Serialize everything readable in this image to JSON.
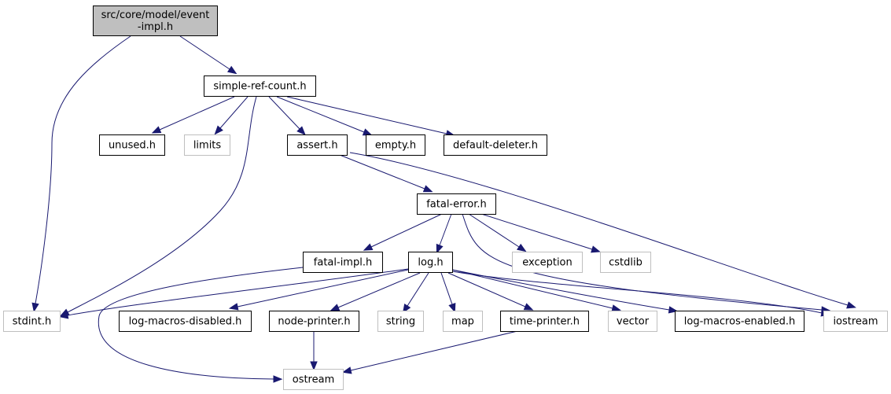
{
  "graph": {
    "nodes": [
      {
        "id": "event-impl",
        "lines": [
          "src/core/model/event",
          "-impl.h"
        ],
        "kind": "root"
      },
      {
        "id": "simple-ref-count",
        "lines": [
          "simple-ref-count.h"
        ],
        "kind": "documented"
      },
      {
        "id": "unused",
        "lines": [
          "unused.h"
        ],
        "kind": "documented"
      },
      {
        "id": "limits",
        "lines": [
          "limits"
        ],
        "kind": "external"
      },
      {
        "id": "assert",
        "lines": [
          "assert.h"
        ],
        "kind": "documented"
      },
      {
        "id": "empty",
        "lines": [
          "empty.h"
        ],
        "kind": "documented"
      },
      {
        "id": "default-deleter",
        "lines": [
          "default-deleter.h"
        ],
        "kind": "documented"
      },
      {
        "id": "fatal-error",
        "lines": [
          "fatal-error.h"
        ],
        "kind": "documented"
      },
      {
        "id": "fatal-impl",
        "lines": [
          "fatal-impl.h"
        ],
        "kind": "documented"
      },
      {
        "id": "log",
        "lines": [
          "log.h"
        ],
        "kind": "documented"
      },
      {
        "id": "exception",
        "lines": [
          "exception"
        ],
        "kind": "external"
      },
      {
        "id": "cstdlib",
        "lines": [
          "cstdlib"
        ],
        "kind": "external"
      },
      {
        "id": "stdint",
        "lines": [
          "stdint.h"
        ],
        "kind": "external"
      },
      {
        "id": "log-macros-disabled",
        "lines": [
          "log-macros-disabled.h"
        ],
        "kind": "documented"
      },
      {
        "id": "node-printer",
        "lines": [
          "node-printer.h"
        ],
        "kind": "documented"
      },
      {
        "id": "string",
        "lines": [
          "string"
        ],
        "kind": "external"
      },
      {
        "id": "map",
        "lines": [
          "map"
        ],
        "kind": "external"
      },
      {
        "id": "time-printer",
        "lines": [
          "time-printer.h"
        ],
        "kind": "documented"
      },
      {
        "id": "vector",
        "lines": [
          "vector"
        ],
        "kind": "external"
      },
      {
        "id": "log-macros-enabled",
        "lines": [
          "log-macros-enabled.h"
        ],
        "kind": "documented"
      },
      {
        "id": "iostream",
        "lines": [
          "iostream"
        ],
        "kind": "external"
      },
      {
        "id": "ostream",
        "lines": [
          "ostream"
        ],
        "kind": "external"
      }
    ],
    "edges": [
      {
        "from": "event-impl",
        "to": "stdint"
      },
      {
        "from": "event-impl",
        "to": "simple-ref-count"
      },
      {
        "from": "simple-ref-count",
        "to": "unused"
      },
      {
        "from": "simple-ref-count",
        "to": "limits"
      },
      {
        "from": "simple-ref-count",
        "to": "stdint"
      },
      {
        "from": "simple-ref-count",
        "to": "assert"
      },
      {
        "from": "simple-ref-count",
        "to": "empty"
      },
      {
        "from": "simple-ref-count",
        "to": "default-deleter"
      },
      {
        "from": "assert",
        "to": "fatal-error"
      },
      {
        "from": "assert",
        "to": "iostream"
      },
      {
        "from": "fatal-error",
        "to": "fatal-impl"
      },
      {
        "from": "fatal-error",
        "to": "log"
      },
      {
        "from": "fatal-error",
        "to": "exception"
      },
      {
        "from": "fatal-error",
        "to": "cstdlib"
      },
      {
        "from": "fatal-error",
        "to": "iostream"
      },
      {
        "from": "fatal-impl",
        "to": "ostream"
      },
      {
        "from": "log",
        "to": "stdint"
      },
      {
        "from": "log",
        "to": "log-macros-disabled"
      },
      {
        "from": "log",
        "to": "node-printer"
      },
      {
        "from": "log",
        "to": "string"
      },
      {
        "from": "log",
        "to": "map"
      },
      {
        "from": "log",
        "to": "time-printer"
      },
      {
        "from": "log",
        "to": "vector"
      },
      {
        "from": "log",
        "to": "log-macros-enabled"
      },
      {
        "from": "log",
        "to": "iostream"
      },
      {
        "from": "node-printer",
        "to": "ostream"
      },
      {
        "from": "time-printer",
        "to": "ostream"
      }
    ]
  },
  "colors": {
    "root_fill": "#bfbfbf",
    "root_stroke": "#000000",
    "documented_stroke": "#000000",
    "external_stroke": "#bfbfbf",
    "edge": "#191970"
  }
}
